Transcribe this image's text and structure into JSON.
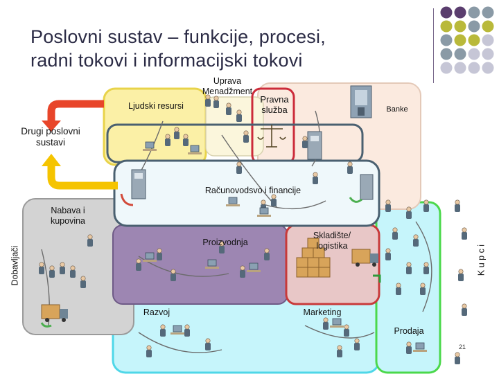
{
  "slide": {
    "title_line1": "Poslovni sustav – funkcije, procesi,",
    "title_line2": "radni tokovi i informacijski tokovi",
    "page_number": "21"
  },
  "regions": {
    "ljudski_resursi": "Ljudski resursi",
    "uprava_line1": "Uprava",
    "uprava_line2": "Menadžment",
    "pravna_line1": "Pravna",
    "pravna_line2": "služba",
    "banke": "Banke",
    "drugi_line1": "Drugi poslovni",
    "drugi_line2": "sustavi",
    "racunovodstvo": "Računovodsvo i financije",
    "nabava_line1": "Nabava i",
    "nabava_line2": "kupovina",
    "dobavljaci": "Dobavljači",
    "proizvodnja": "Proizvodnja",
    "skladiste_line1": "Skladište/",
    "skladiste_line2": "logistika",
    "kupci": "K u p c i",
    "razvoj": "Razvoj",
    "marketing": "Marketing",
    "prodaja": "Prodaja"
  },
  "colors": {
    "title": "#2b2b45",
    "dot_purple": "#5a3d6e",
    "dot_gray": "#8a9aa6",
    "dot_olive": "#b9b93a",
    "dot_light": "#c6c6d6",
    "hr_fill": "#fbf0a6",
    "hr_border": "#e8d34a",
    "legal_border": "#cc2b3a",
    "banke_fill": "#fbeadf",
    "accounting_border": "#4a6070",
    "purchasing_fill": "#d3d3d3",
    "production_fill": "#9d86b2",
    "warehouse_fill": "#e8c7c7",
    "warehouse_border": "#c83a3a",
    "customers_border": "#4bd84b",
    "dev_fill": "#c6f5fb",
    "dev_border": "#4fd7e8",
    "arrow_red": "#e8452a",
    "arrow_yellow": "#f5c400"
  },
  "icons": [
    "people-group-icon",
    "server-icon",
    "bank-building-icon",
    "scales-icon",
    "boxes-icon",
    "truck-icon",
    "computer-workstation-icon",
    "recycle-arrow-icon"
  ]
}
